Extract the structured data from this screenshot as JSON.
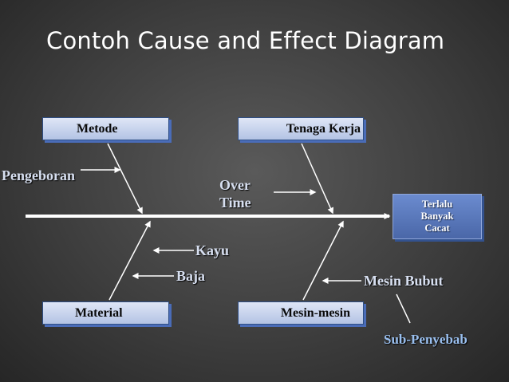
{
  "title": "Contoh Cause and Effect Diagram",
  "effect": {
    "lines": [
      "Terlalu",
      "Banyak",
      "Cacat"
    ]
  },
  "categories": {
    "metode": "Metode",
    "tenaga_kerja": "Tenaga Kerja",
    "material": "Material",
    "mesin_mesin": "Mesin-mesin"
  },
  "causes": {
    "pengeboran": "Pengeboran",
    "over_time": [
      "Over",
      "Time"
    ],
    "kayu": "Kayu",
    "baja": "Baja",
    "mesin_bubut": "Mesin Bubut",
    "sub_penyebab": "Sub-Penyebab"
  },
  "colors": {
    "background": "#3e3e3e",
    "arrow": "#ffffff",
    "label_text": "#d7dff0",
    "sub_penyebab_text": "#9ac0f0",
    "box_fill": "#c8d4ee",
    "effect_fill": "#5b7bbf"
  }
}
